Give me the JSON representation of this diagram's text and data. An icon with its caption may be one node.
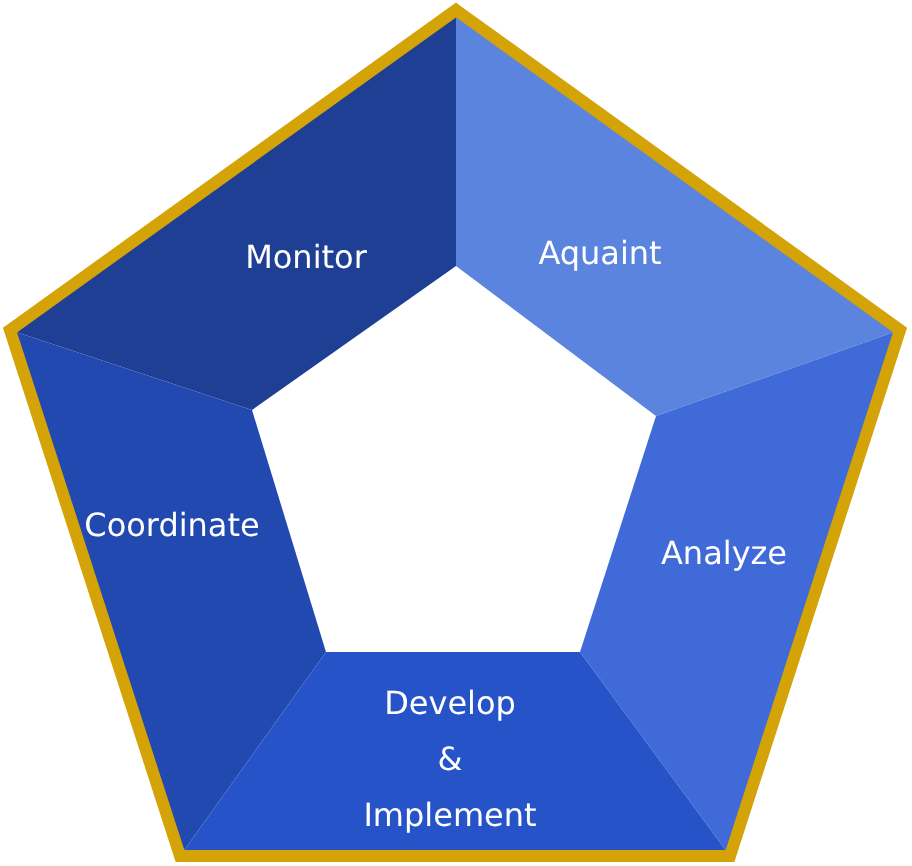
{
  "diagram": {
    "nodes": [
      {
        "text": [
          "Monitor"
        ]
      },
      {
        "text": [
          "Aquaint"
        ]
      },
      {
        "text": [
          "Coordinate"
        ]
      },
      {
        "text": [
          "Analyze"
        ]
      },
      {
        "text": [
          "Develop & Implement"
        ]
      }
    ]
  }
}
